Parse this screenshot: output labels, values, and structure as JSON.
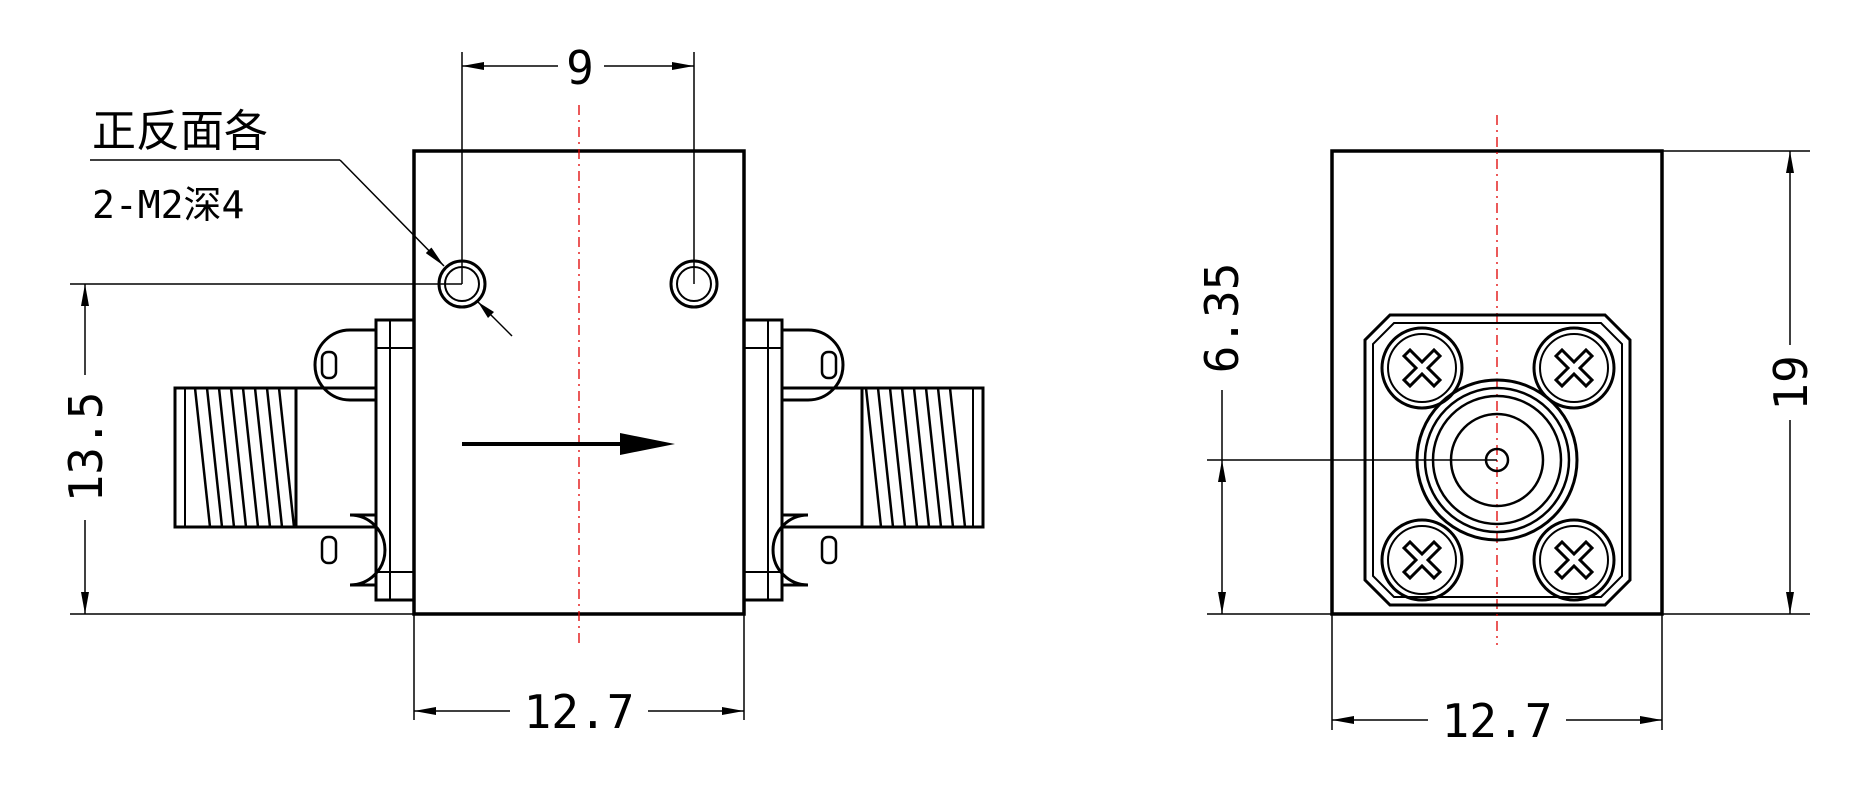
{
  "dimensions": {
    "top_spacing": "9",
    "left_height": "13.5",
    "front_width": "12.7",
    "side_width": "12.7",
    "side_height": "19",
    "connector_center": "6.35"
  },
  "annotation": {
    "line1": "正反面各",
    "line2": "2-M2深4"
  },
  "colors": {
    "line": "#000000",
    "centerline": "#e00000"
  }
}
